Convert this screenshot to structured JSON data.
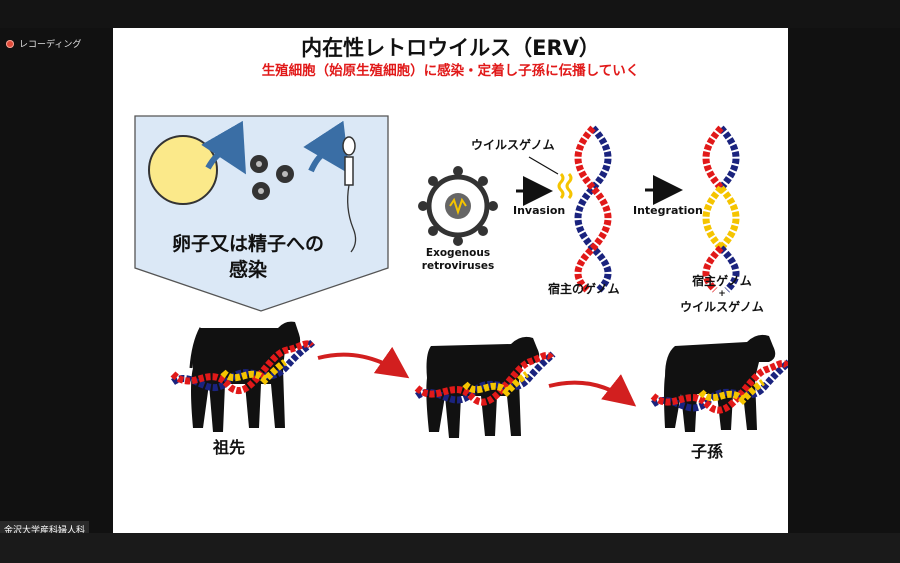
{
  "app": {
    "recording_label": "レコーディング",
    "participant_name": "金沢大学産科婦人科"
  },
  "slide": {
    "title": "内在性レトロウイルス（ERV）",
    "subtitle": "生殖細胞（始原生殖細胞）に感染・定着し子孫に伝播していく",
    "germ_infection_text": [
      "卵子又は精子への",
      "感染"
    ],
    "viral_genome_label": "ウイルスゲノム",
    "exogenous_label": [
      "Exogenous",
      "retroviruses"
    ],
    "invasion_label": "Invasion",
    "integration_label": "Integration",
    "host_genome_label": "宿主のゲノム",
    "integrated_label": [
      "宿主ゲノム",
      "+",
      "ウイルスゲノム"
    ],
    "ancestor_label": "祖先",
    "descendant_label": "子孫"
  },
  "colors": {
    "red": "#e11919",
    "navy": "#1a237e",
    "yellow": "#f5c400",
    "callout_bg": "#dbe8f6",
    "arrow_blue": "#3a6ea5",
    "arrow_red": "#d21f1f"
  }
}
